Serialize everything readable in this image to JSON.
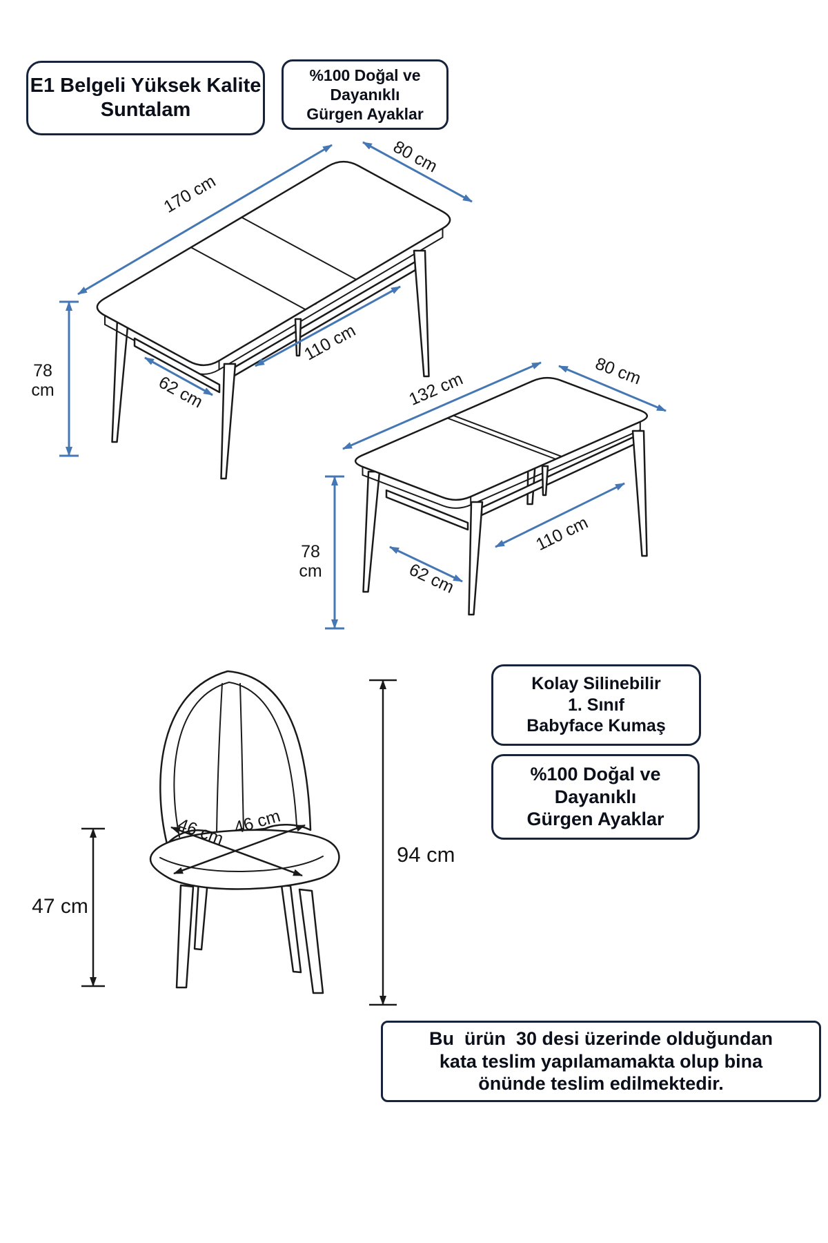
{
  "colors": {
    "dimension_blue": "#4477b3",
    "outline": "#1a1a1a",
    "badge_border": "#16233a"
  },
  "badge_quality": {
    "line1": "E1 Belgeli Yüksek Kalite",
    "line2": "Suntalam"
  },
  "badge_legs_top": {
    "line1": "%100 Doğal ve",
    "line2": "Dayanıklı",
    "line3": "Gürgen Ayaklar"
  },
  "badge_fabric": {
    "line1": "Kolay Silinebilir",
    "line2": "1. Sınıf",
    "line3": "Babyface Kumaş"
  },
  "badge_legs_bottom": {
    "line1": "%100 Doğal ve",
    "line2": "Dayanıklı",
    "line3": "Gürgen Ayaklar"
  },
  "table_open": {
    "length": "170 cm",
    "width": "80 cm",
    "height_value": "78",
    "height_unit": "cm",
    "leg_spacing": "62 cm",
    "inner_length": "110 cm"
  },
  "table_closed": {
    "length": "132 cm",
    "width": "80 cm",
    "height_value": "78",
    "height_unit": "cm",
    "leg_spacing": "62 cm",
    "inner_length": "110 cm"
  },
  "chair": {
    "seat_depth": "46 cm",
    "seat_width": "46 cm",
    "seat_height": "47 cm",
    "total_height": "94 cm"
  },
  "shipping_note": {
    "line1": "Bu  ürün  30 desi üzerinde olduğundan",
    "line2": "kata teslim yapılamamakta olup bina",
    "line3": "önünde teslim edilmektedir."
  }
}
